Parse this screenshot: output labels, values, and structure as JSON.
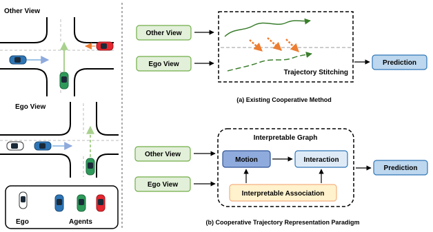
{
  "left_panel": {
    "other_view_title": "Other View",
    "ego_view_title": "Ego View",
    "legend": {
      "ego_label": "Ego",
      "agents_label": "Agents"
    }
  },
  "top_diagram": {
    "input_other": "Other View",
    "input_ego": "Ego View",
    "stitching_label": "Trajectory Stitching",
    "output": "Prediction",
    "caption": "(a) Existing Cooperative Method"
  },
  "bottom_diagram": {
    "input_other": "Other View",
    "input_ego": "Ego View",
    "graph_title": "Interpretable Graph",
    "motion": "Motion",
    "interaction": "Interaction",
    "association": "Interpretable Association",
    "output": "Prediction",
    "caption": "(b) Cooperative Trajectory Representation Paradigm"
  },
  "colors": {
    "input_fill": "#e2efd9",
    "input_stroke": "#70ad47",
    "prediction_fill": "#bdd7ee",
    "prediction_stroke": "#2e75b6",
    "motion_fill": "#8faadc",
    "interaction_fill": "#deebf7",
    "association_fill": "#fff2cc",
    "association_stroke": "#f4b183",
    "car_blue": "#2e75b6",
    "car_green": "#2e9a5a",
    "car_red": "#e8262f",
    "trajectory_green": "#3a7d2c",
    "stitch_orange": "#ed7d31"
  }
}
